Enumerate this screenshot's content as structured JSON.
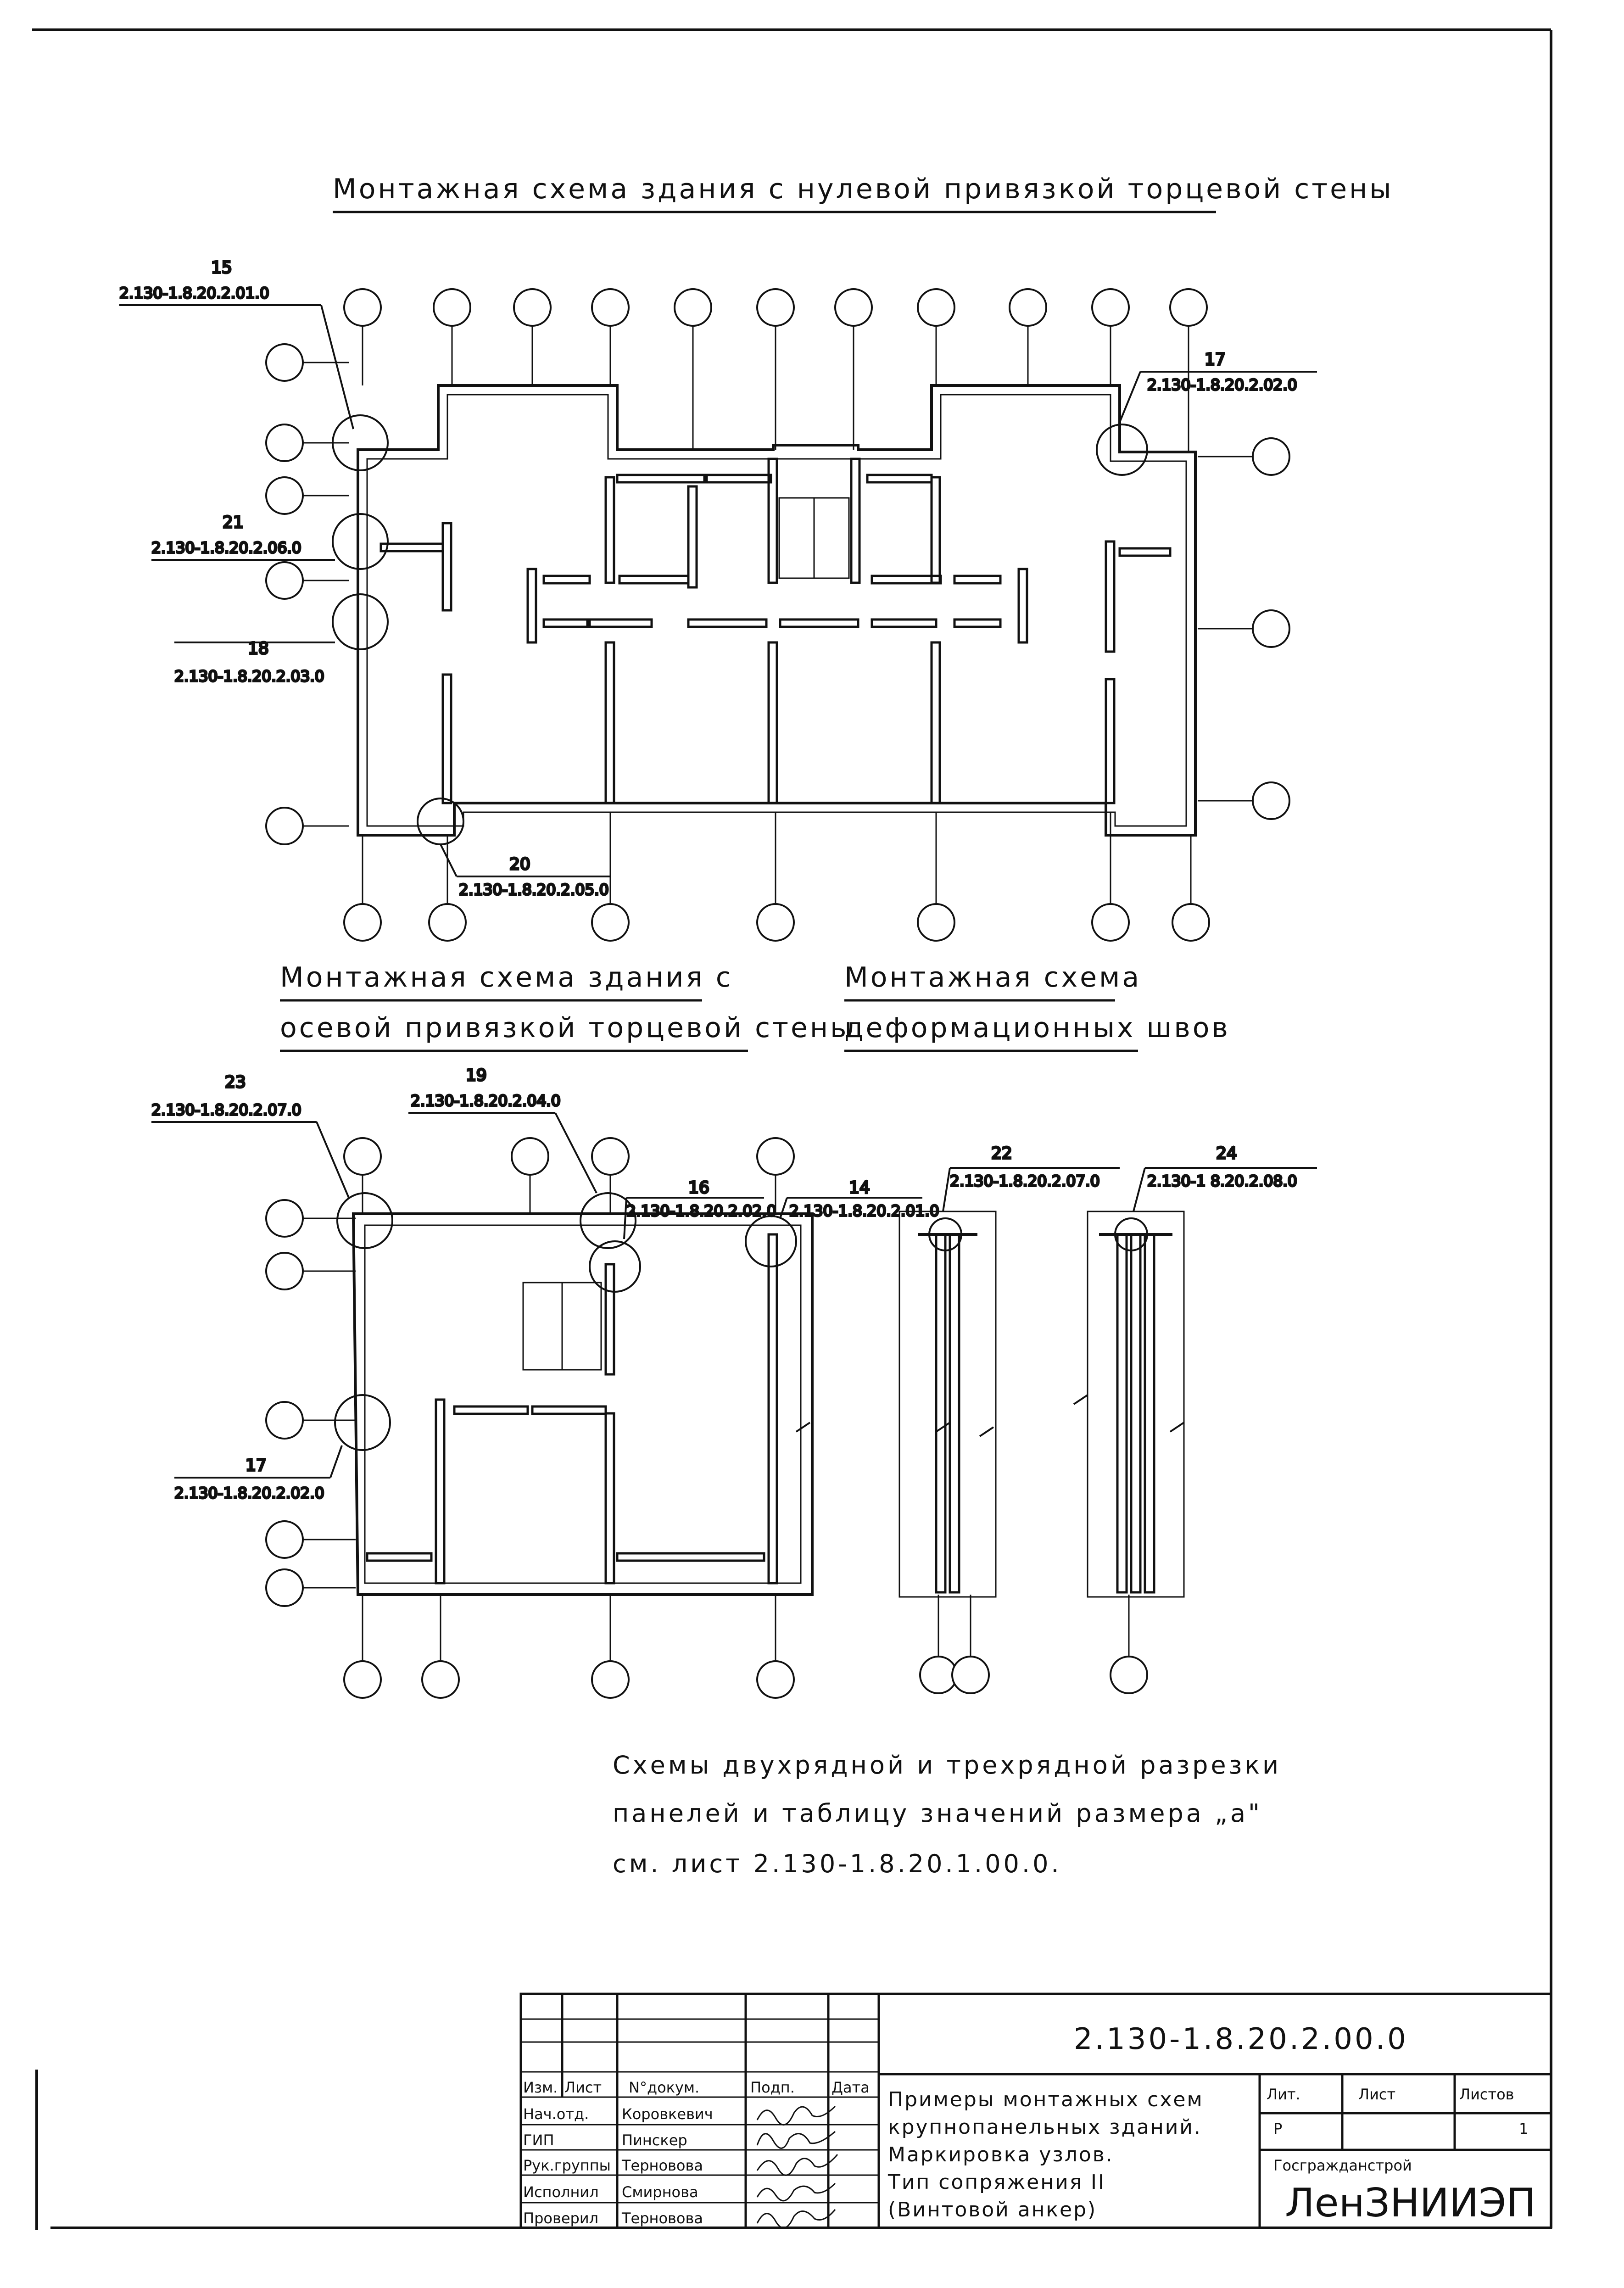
{
  "headings": {
    "zero_binding": "Монтажная схема здания с нулевой привязкой торцевой стены",
    "axial_binding_1": "Монтажная схема здания с",
    "axial_binding_2": "осевой привязкой торцевой стены",
    "deformation_1": "Монтажная схема",
    "deformation_2": "деформационных швов"
  },
  "nodes": [
    {
      "num": "15",
      "ref": "2.130-1.8.20.2.01.0"
    },
    {
      "num": "21",
      "ref": "2.130-1.8.20.2.06.0"
    },
    {
      "num": "18",
      "ref": "2.130-1.8.20.2.03.0"
    },
    {
      "num": "17",
      "ref": "2.130-1.8.20.2.02.0"
    },
    {
      "num": "20",
      "ref": "2.130-1.8.20.2.05.0"
    },
    {
      "num": "23",
      "ref": "2.130-1.8.20.2.07.0"
    },
    {
      "num": "19",
      "ref": "2.130-1.8.20.2.04.0"
    },
    {
      "num": "16",
      "ref": "2.130-1.8.20.2.02.0"
    },
    {
      "num": "14",
      "ref": "2.130-1.8.20.2.01.0"
    },
    {
      "num": "22",
      "ref": "2.130-1.8.20.2.07.0"
    },
    {
      "num": "24",
      "ref": "2.130-1 8.20.2.08.0"
    },
    {
      "num": "17",
      "ref": "2.130-1.8.20.2.02.0"
    }
  ],
  "note": [
    "Схемы двухрядной и трехрядной разрезки",
    "панелей и таблицу значений размера „а\"",
    "см. лист 2.130-1.8.20.1.00.0."
  ],
  "title_block": {
    "doc_code": "2.130-1.8.20.2.00.0",
    "headers": [
      "Изм.",
      "Лист",
      "N°докум.",
      "Подп.",
      "Дата"
    ],
    "people": [
      {
        "role": "Нач.отд.",
        "name": "Коровкевич"
      },
      {
        "role": "ГИП",
        "name": "Пинскер"
      },
      {
        "role": "Рук.группы",
        "name": "Терновова"
      },
      {
        "role": "Исполнил",
        "name": "Смирнова"
      },
      {
        "role": "Проверил",
        "name": "Терновова"
      }
    ],
    "description": [
      "Примеры монтажных схем",
      "крупнопанельных зданий.",
      "Маркировка узлов.",
      "Тип сопряжения II",
      "(Винтовой анкер)"
    ],
    "stage_label": "Лит.",
    "sheet_label": "Лист",
    "sheets_label": "Листов",
    "stage_value": "Р",
    "sheet_value": "",
    "sheets_value": "1",
    "organization": "Госгражданстрой",
    "institute": "ЛенЗНИИЭП"
  }
}
